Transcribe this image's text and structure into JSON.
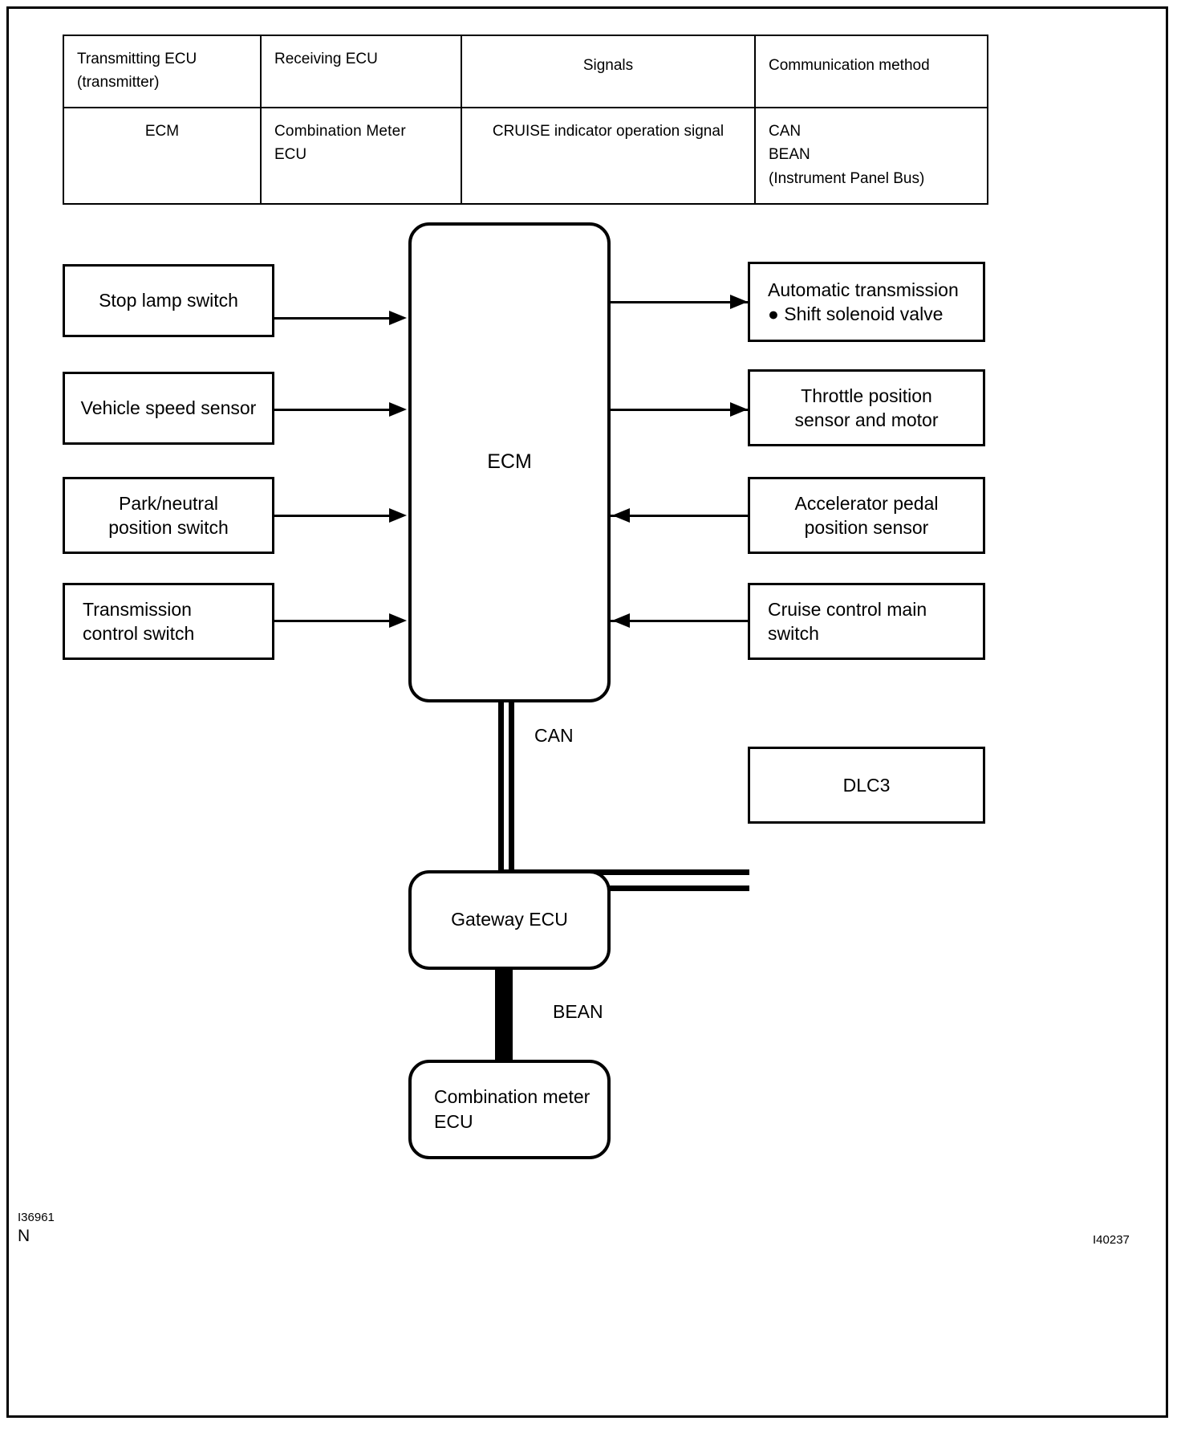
{
  "table": {
    "headers": [
      "Transmitting ECU\n(transmitter)",
      "Receiving ECU",
      "Signals",
      "Communication method"
    ],
    "header_transmitting_line1": "Transmitting ECU",
    "header_transmitting_line2": "(transmitter)",
    "header_receiving": "Receiving ECU",
    "header_signals": "Signals",
    "header_method": "Communication method",
    "row": {
      "transmitting": "ECM",
      "receiving_line1": "Combination   Meter",
      "receiving_line2": "ECU",
      "signals": "CRUISE indicator operation signal",
      "method_line1": "CAN",
      "method_line2": "BEAN",
      "method_line3": "(Instrument Panel Bus)"
    }
  },
  "diagram": {
    "ecm": "ECM",
    "left_boxes": [
      {
        "label": "Stop lamp switch"
      },
      {
        "label": "Vehicle speed sensor"
      },
      {
        "label_line1": "Park/neutral",
        "label_line2": "position switch"
      },
      {
        "label_line1": "Transmission",
        "label_line2": "control switch"
      }
    ],
    "right_boxes": [
      {
        "label_line1": "Automatic transmission",
        "bullet": "●",
        "label_line2": "Shift solenoid valve"
      },
      {
        "label_line1": "Throttle position",
        "label_line2": "sensor and motor"
      },
      {
        "label_line1": "Accelerator pedal",
        "label_line2": "position sensor"
      },
      {
        "label_line1": "Cruise control main",
        "label_line2": "switch"
      }
    ],
    "bus_can_label": "CAN",
    "bus_bean_label": "BEAN",
    "dlc3": "DLC3",
    "gateway_ecu": "Gateway ECU",
    "combination_meter_line1": "Combination meter",
    "combination_meter_line2": "ECU"
  },
  "footer": {
    "left_code": "I36961",
    "left_letter": "N",
    "right_code": "I40237"
  }
}
